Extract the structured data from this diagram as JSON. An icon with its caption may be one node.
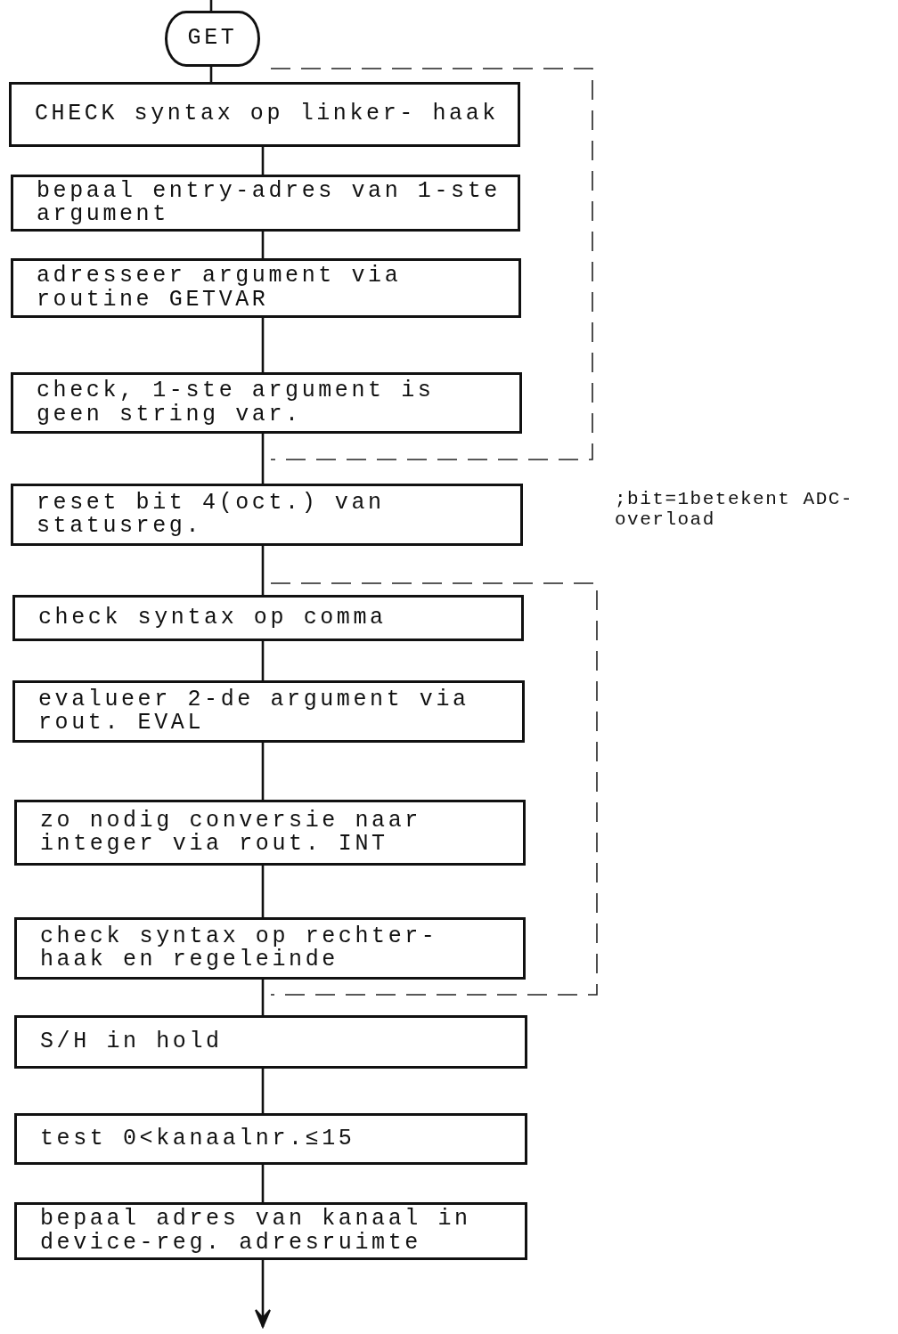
{
  "diagram": {
    "nodes": [
      {
        "text": [
          "GET"
        ]
      },
      {
        "text": [
          "CHECK syntax op linker- haak"
        ]
      },
      {
        "text": [
          "bepaal entry-adres van 1-ste argument"
        ]
      },
      {
        "text": [
          "adresseer argument via routine GETVAR"
        ]
      },
      {
        "text": [
          "check, 1-ste argument is geen string var."
        ]
      },
      {
        "text": [
          "reset bit 4(oct.) van statusreg."
        ]
      },
      {
        "text": [
          "check syntax op comma"
        ]
      },
      {
        "text": [
          "evalueer 2-de argument via rout. EVAL"
        ]
      },
      {
        "text": [
          "zo nodig conversie naar integer via rout. INT"
        ]
      },
      {
        "text": [
          "check syntax op rechter- haak en regeleinde"
        ]
      },
      {
        "text": [
          "S/H in hold"
        ]
      },
      {
        "text": [
          "test 0<kanaalnr.≤15"
        ]
      },
      {
        "text": [
          "bepaal adres van kanaal in device-reg. adresruimte"
        ]
      }
    ],
    "edges": [
      {
        "from": null,
        "to": 0,
        "arrow": "none"
      },
      {
        "from": 0,
        "to": 1,
        "arrow": "none"
      },
      {
        "from": 1,
        "to": 2,
        "arrow": "none"
      },
      {
        "from": 2,
        "to": 3,
        "arrow": "none"
      },
      {
        "from": 3,
        "to": 4,
        "arrow": "none"
      },
      {
        "from": 4,
        "to": 5,
        "arrow": "none"
      },
      {
        "from": 5,
        "to": 6,
        "arrow": "none"
      },
      {
        "from": 6,
        "to": 7,
        "arrow": "none"
      },
      {
        "from": 7,
        "to": 8,
        "arrow": "none"
      },
      {
        "from": 8,
        "to": 9,
        "arrow": "none"
      },
      {
        "from": 9,
        "to": 10,
        "arrow": "none"
      },
      {
        "from": 10,
        "to": 11,
        "arrow": "none"
      },
      {
        "from": 11,
        "to": 12,
        "arrow": "none"
      },
      {
        "from": 12,
        "to": null,
        "arrow": "to"
      }
    ],
    "labels": [
      ";bit=1betekent ADC-overload"
    ]
  }
}
